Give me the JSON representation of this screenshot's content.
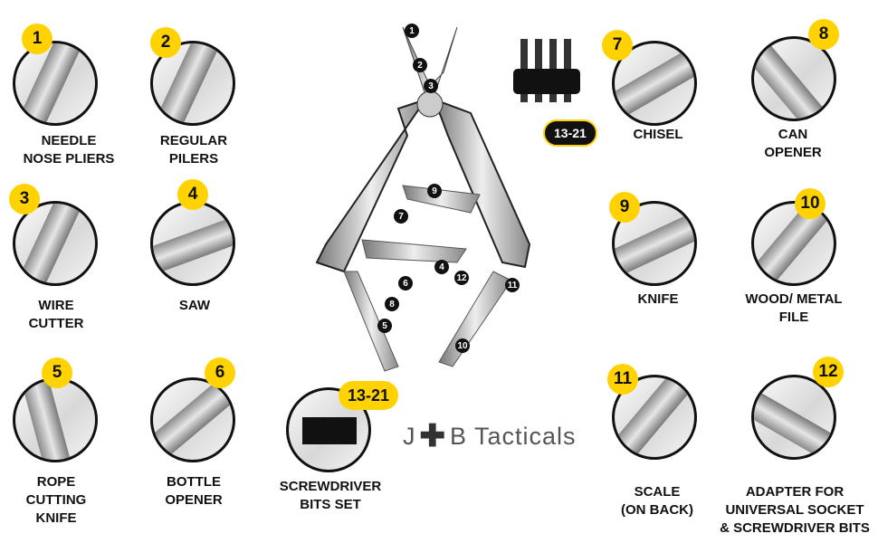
{
  "tools": [
    {
      "num": "1",
      "label1": "NEEDLE",
      "label2": "NOSE PLIERS"
    },
    {
      "num": "2",
      "label1": "REGULAR",
      "label2": "PILERS"
    },
    {
      "num": "3",
      "label1": "WIRE",
      "label2": "CUTTER"
    },
    {
      "num": "4",
      "label1": "SAW"
    },
    {
      "num": "5",
      "label1": "ROPE",
      "label2": "CUTTING",
      "label3": "KNIFE"
    },
    {
      "num": "6",
      "label1": "BOTTLE",
      "label2": "OPENER"
    },
    {
      "num": "13-21",
      "label1": "SCREWDRIVER",
      "label2": "BITS SET"
    },
    {
      "num": "7",
      "label1": "CHISEL"
    },
    {
      "num": "8",
      "label1": "CAN",
      "label2": "OPENER"
    },
    {
      "num": "9",
      "label1": "KNIFE"
    },
    {
      "num": "10",
      "label1": "WOOD/ METAL",
      "label2": "FILE"
    },
    {
      "num": "11",
      "label1": "SCALE",
      "label2": "(ON BACK)"
    },
    {
      "num": "12",
      "label1": "ADAPTER FOR",
      "label2": "UNIVERSAL SOCKET",
      "label3": "& SCREWDRIVER BITS"
    }
  ],
  "brand": {
    "left": "J",
    "right": "B Tacticals"
  },
  "callouts": [
    "1",
    "2",
    "3",
    "4",
    "5",
    "6",
    "7",
    "8",
    "9",
    "10",
    "11",
    "12",
    "13-21"
  ],
  "colors": {
    "badge": "#ffd200",
    "ink": "#111111"
  }
}
